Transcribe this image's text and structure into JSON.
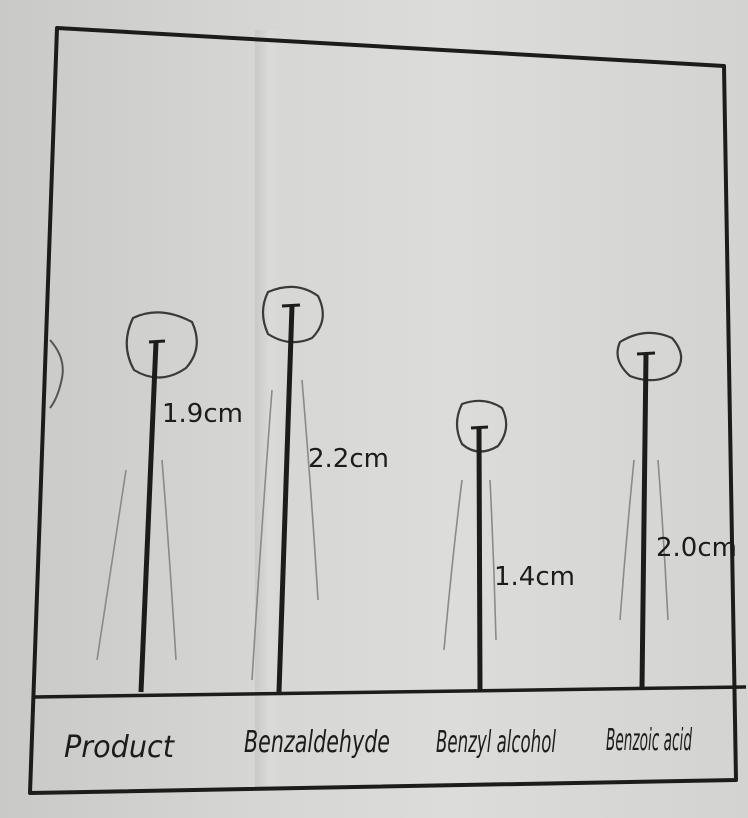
{
  "diagram": {
    "lanes": [
      {
        "label": "Product",
        "distance": "1.9cm"
      },
      {
        "label": "Benzaldehyde",
        "distance": "2.2cm"
      },
      {
        "label": "Benzyl alcohol",
        "distance": "1.4cm"
      },
      {
        "label": "Benzoic acid",
        "distance": "2.0cm"
      }
    ]
  },
  "colors": {
    "ink": "#1c1c1c",
    "paper": "#dcdcda"
  }
}
